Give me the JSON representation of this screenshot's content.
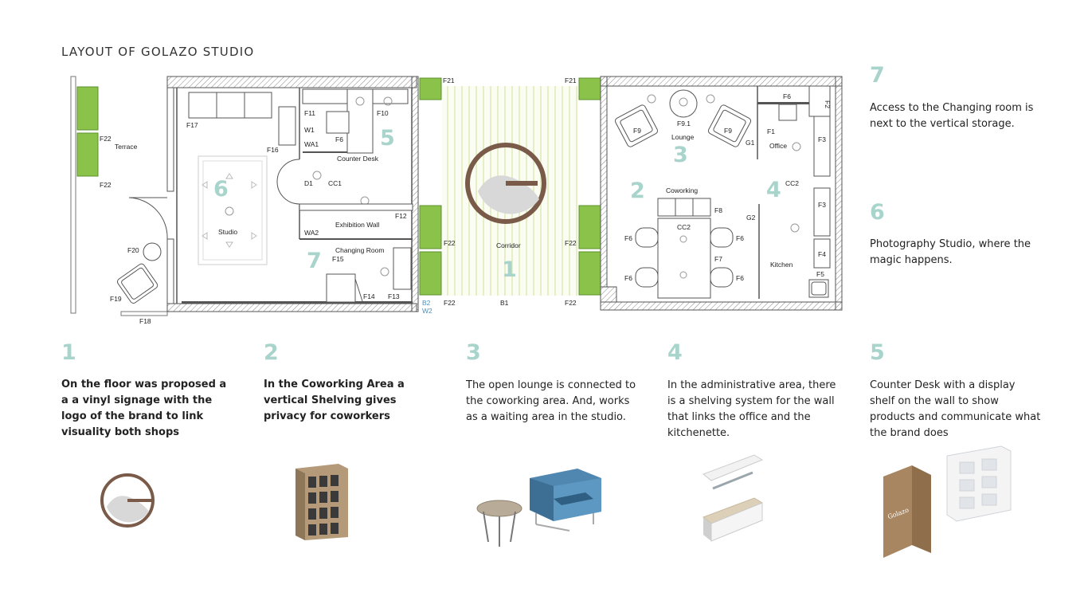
{
  "title": "LAYOUT OF GOLAZO STUDIO",
  "colors": {
    "accent_numbers": "#a9d4cc",
    "green_planter": "#7cb342",
    "wall": "#555555",
    "blue_label": "#4a8fb8"
  },
  "plan_labels": {
    "terrace": "Terrace",
    "studio": "Studio",
    "counter_desk": "Counter Desk",
    "exhibition_wall": "Exhibition Wall",
    "changing_room": "Changing Room",
    "corridor": "Corridor",
    "lounge": "Lounge",
    "coworking": "Coworking",
    "office": "Office",
    "kitchen": "Kitchen",
    "f22": "F22",
    "f21": "F21",
    "f20": "F20",
    "f19": "F19",
    "f18": "F18",
    "f17": "F17",
    "f16": "F16",
    "f15": "F15",
    "f14": "F14",
    "f13": "F13",
    "f12": "F12",
    "f11": "F11",
    "f10": "F10",
    "f9": "F9",
    "f9_1": "F9.1",
    "f8": "F8",
    "f7": "F7",
    "f6": "F6",
    "f5": "F5",
    "f4": "F4",
    "f3": "F3",
    "f2": "F2",
    "f1": "F1",
    "w1": "W1",
    "wa1": "WA1",
    "wa2": "WA2",
    "d1": "D1",
    "cc1": "CC1",
    "cc2": "CC2",
    "g1": "G1",
    "g2": "G2",
    "b1": "B1",
    "b2": "B2",
    "w2": "W2"
  },
  "plan_numbers": {
    "n1": "1",
    "n2": "2",
    "n3": "3",
    "n4": "4",
    "n5": "5",
    "n6": "6",
    "n7": "7"
  },
  "side_notes": [
    {
      "number": "7",
      "text": "Access to the Changing room is next to the vertical storage."
    },
    {
      "number": "6",
      "text": "Photography Studio, where the magic happens."
    }
  ],
  "bottom_notes": [
    {
      "number": "1",
      "text": "On the floor was proposed a a a vinyl signage with the logo of the brand to link visuality both shops",
      "illustration": "logo-icon"
    },
    {
      "number": "2",
      "text": "In the Coworking Area a vertical Shelving gives privacy for coworkers",
      "illustration": "shelving-icon"
    },
    {
      "number": "3",
      "text": "The open lounge is connected to the coworking area. And, works as a waiting area in the studio.",
      "illustration": "armchair-table-icon"
    },
    {
      "number": "4",
      "text": "In the administrative area, there is a shelving system for the wall that links the office and the kitchenette.",
      "illustration": "wall-shelving-icon"
    },
    {
      "number": "5",
      "text": "Counter Desk with a display shelf on the wall to show products and communicate what the brand does",
      "illustration": "display-shelf-icon"
    }
  ]
}
